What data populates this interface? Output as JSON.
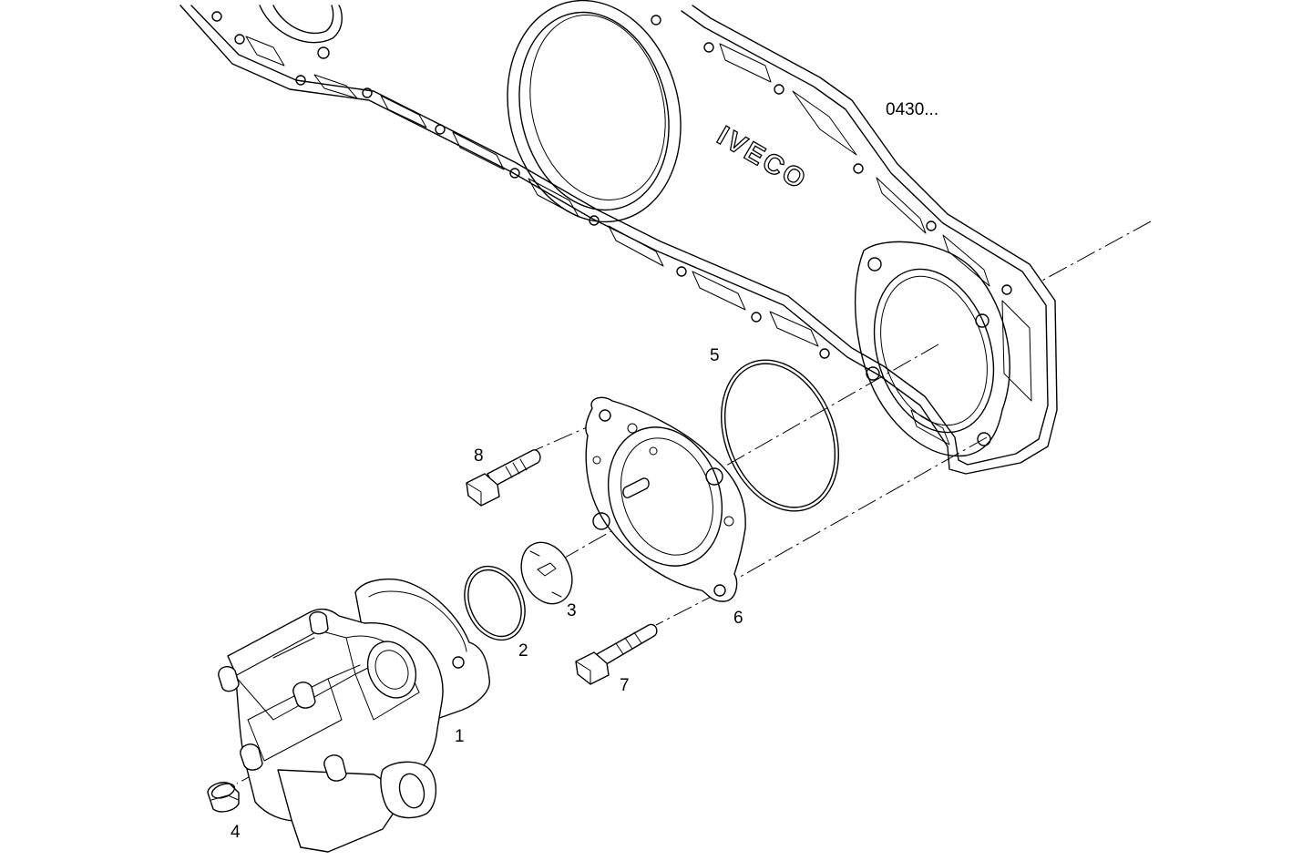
{
  "diagram": {
    "reference_code": "0430...",
    "brand_text": "IVECO",
    "callouts": [
      "1",
      "2",
      "3",
      "4",
      "5",
      "6",
      "7",
      "8"
    ]
  }
}
